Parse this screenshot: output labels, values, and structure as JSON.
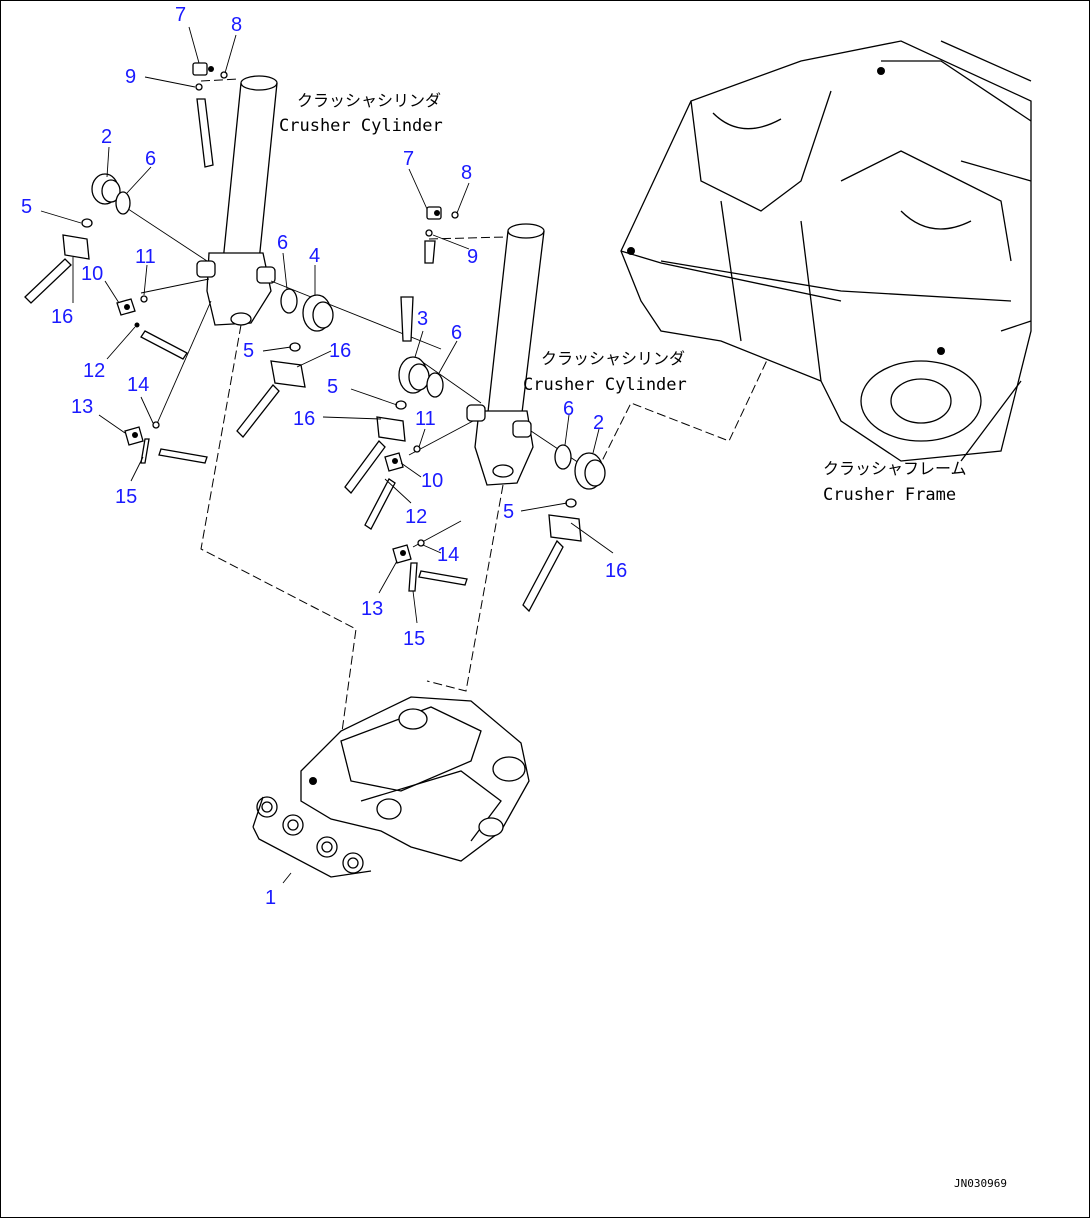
{
  "labels": {
    "cylinder_left_jp": "クラッシャシリンダ",
    "cylinder_left_en": "Crusher Cylinder",
    "cylinder_right_jp": "クラッシャシリンダ",
    "cylinder_right_en": "Crusher Cylinder",
    "frame_jp": "クラッシャフレーム",
    "frame_en": "Crusher Frame"
  },
  "drawing_code": "JN030969",
  "callouts": {
    "c1": "1",
    "c2a": "2",
    "c2b": "2",
    "c3": "3",
    "c4": "4",
    "c5a": "5",
    "c5b": "5",
    "c5c": "5",
    "c5d": "5",
    "c6a": "6",
    "c6b": "6",
    "c6c": "6",
    "c6d": "6",
    "c7a": "7",
    "c7b": "7",
    "c8a": "8",
    "c8b": "8",
    "c9a": "9",
    "c9b": "9",
    "c10a": "10",
    "c10b": "10",
    "c11a": "11",
    "c11b": "11",
    "c12a": "12",
    "c12b": "12",
    "c13a": "13",
    "c13b": "13",
    "c14a": "14",
    "c14b": "14",
    "c15a": "15",
    "c15b": "15",
    "c16a": "16",
    "c16b": "16",
    "c16c": "16",
    "c16d": "16"
  }
}
